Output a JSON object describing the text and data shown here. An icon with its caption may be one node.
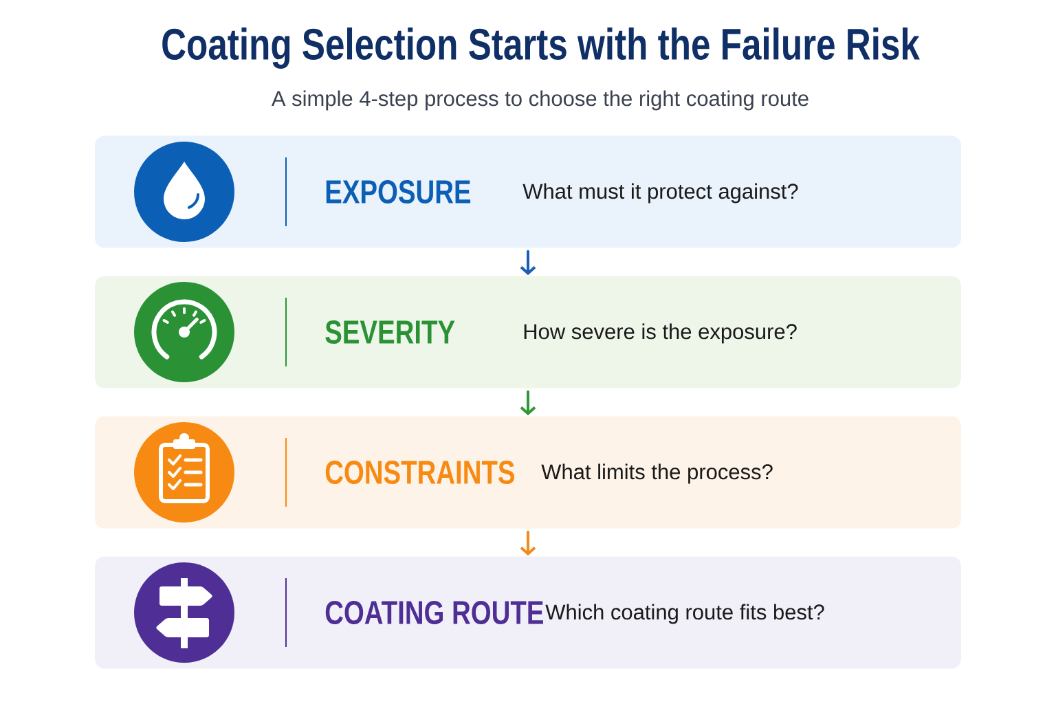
{
  "diagram": {
    "title": "Coating Selection Starts with the Failure Risk",
    "nodes": [
      {
        "text": [
          "EXPOSURE",
          "What must it protect against?"
        ]
      },
      {
        "text": [
          "SEVERITY",
          "How severe is the exposure?"
        ]
      },
      {
        "text": [
          "CONSTRAINTS",
          "What limits the process?"
        ]
      },
      {
        "text": [
          "COATING ROUTE",
          "Which coating route fits best?"
        ]
      }
    ],
    "edges": [
      {
        "from": 0,
        "to": 1,
        "arrow": "to",
        "color": "#1a5fb4"
      },
      {
        "from": 1,
        "to": 2,
        "arrow": "to",
        "color": "#2e9a37"
      },
      {
        "from": 2,
        "to": 3,
        "arrow": "to",
        "color": "#f28a1e"
      }
    ],
    "labels": [
      "A simple 4-step process to choose the right coating route"
    ]
  }
}
